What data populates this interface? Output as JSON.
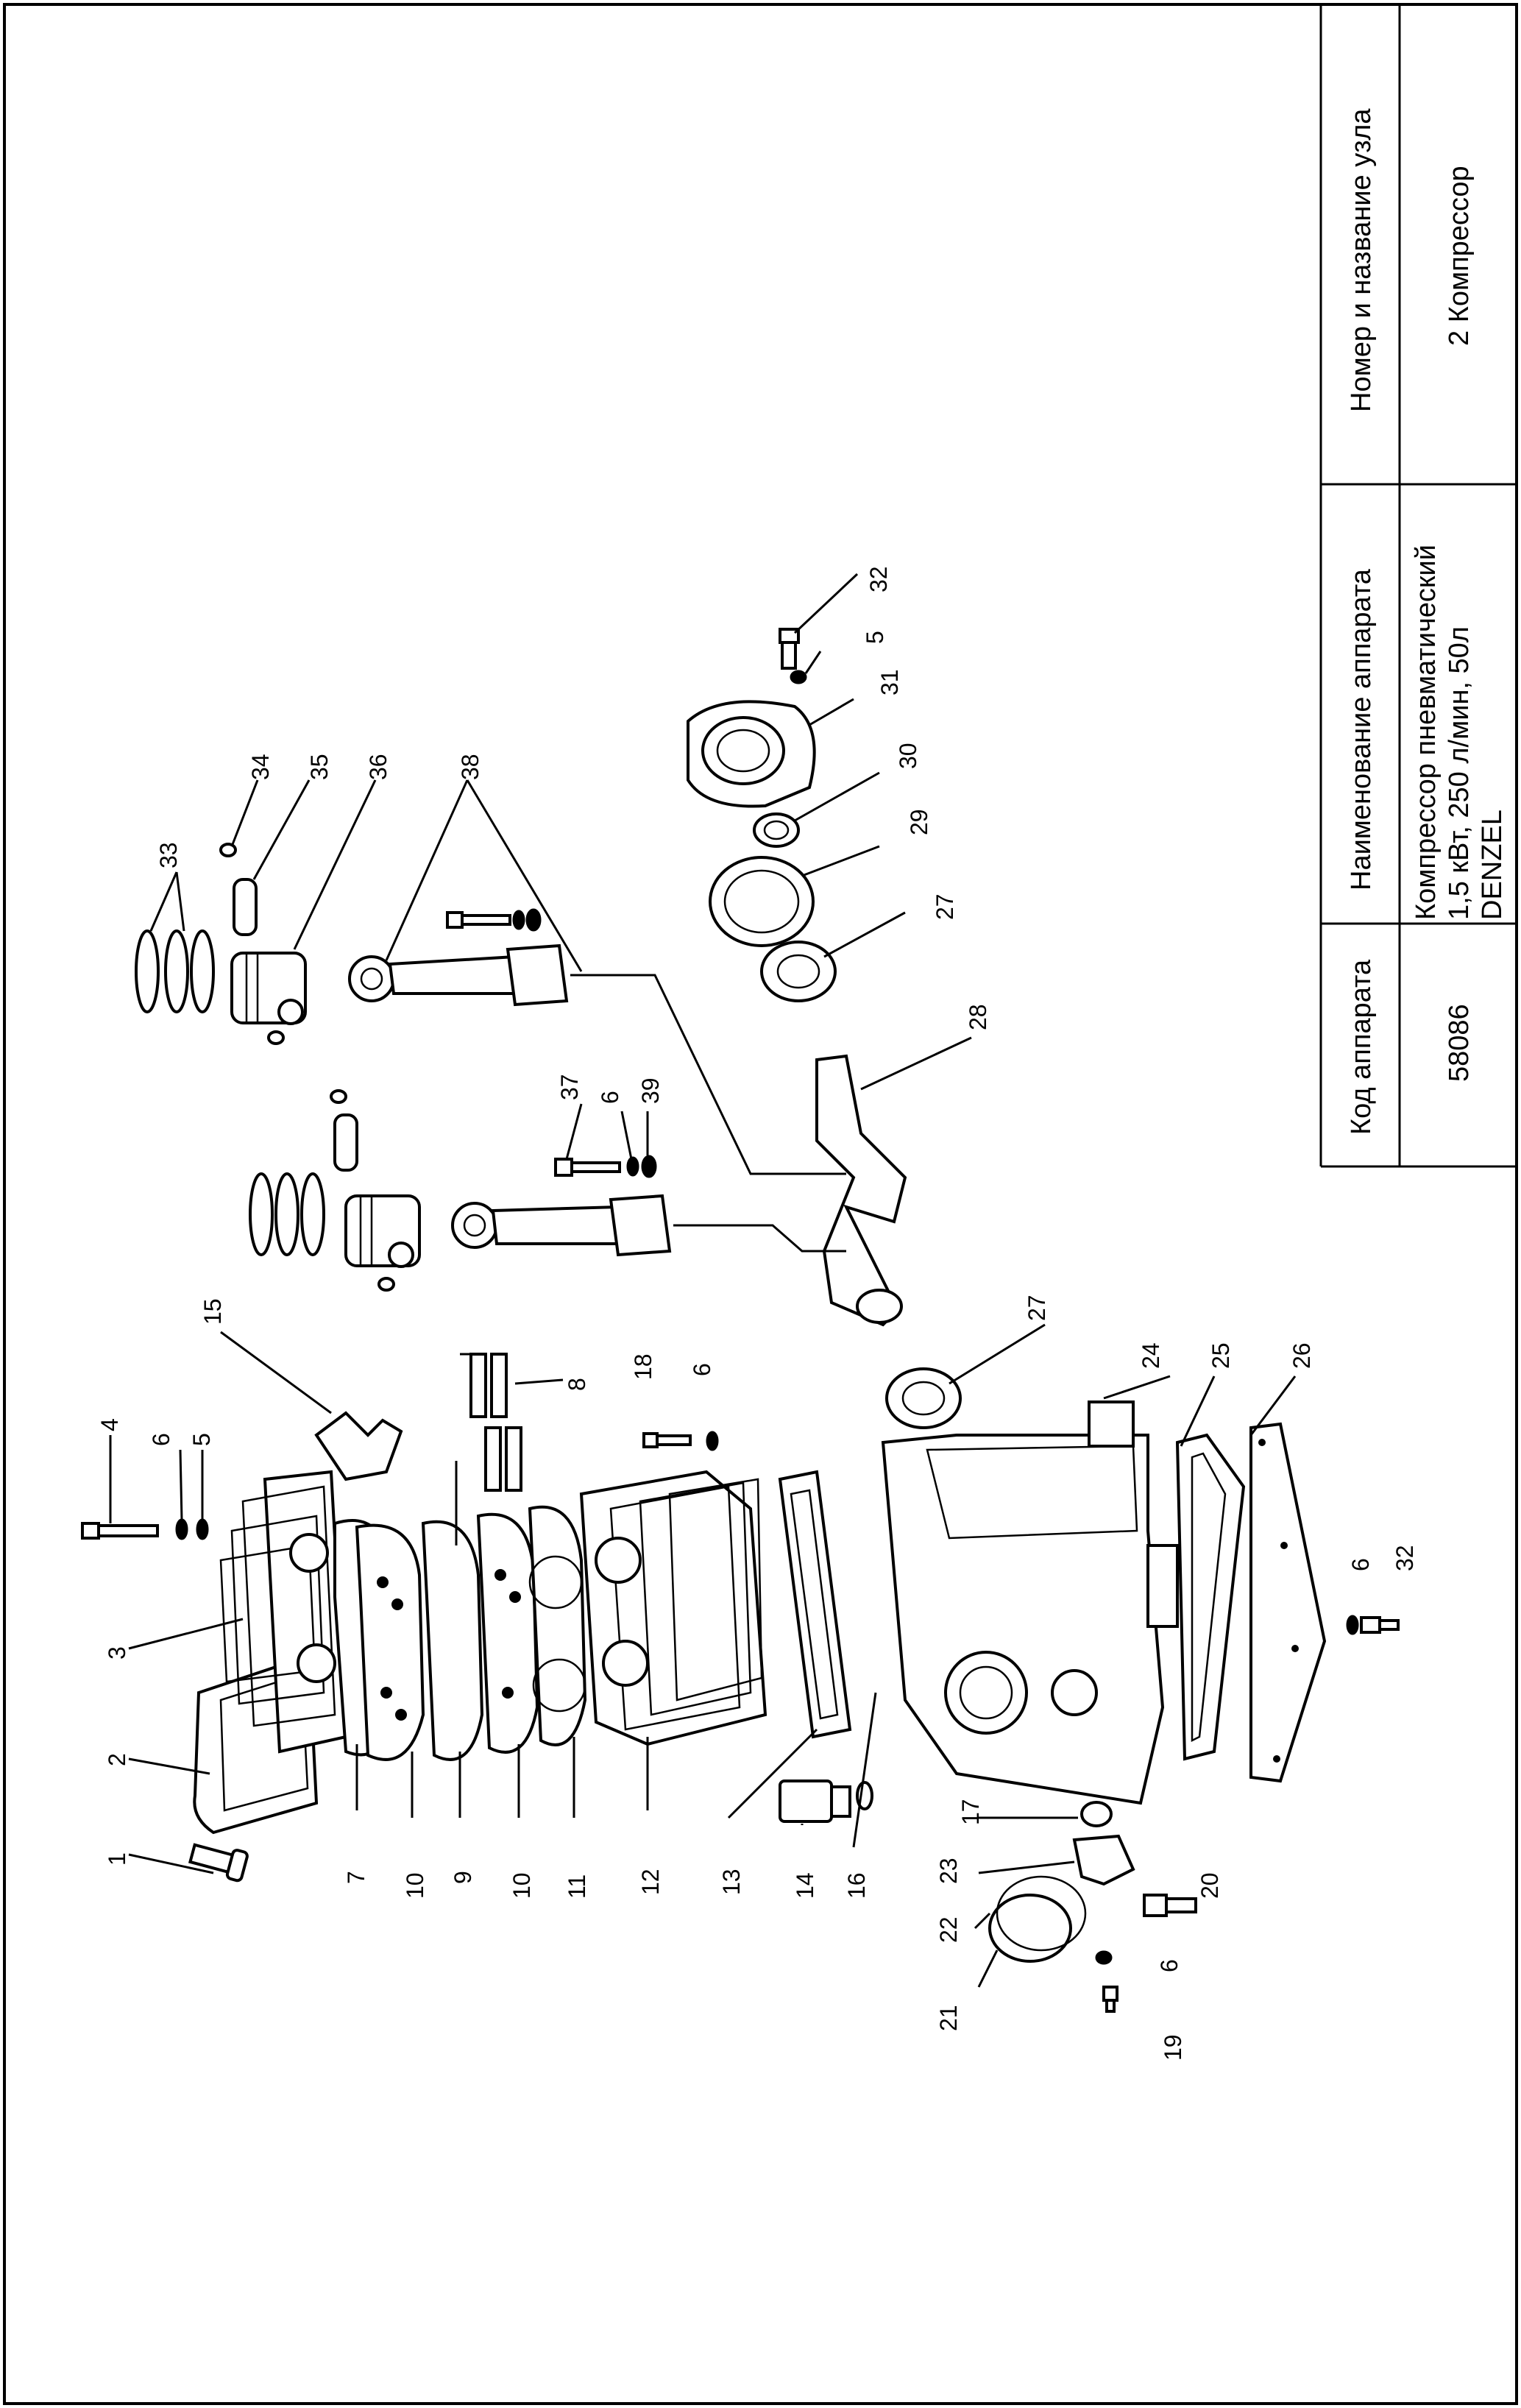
{
  "title_block": {
    "col_code_header": "Код аппарата",
    "col_name_header": "Наименование аппарата",
    "col_unit_header": "Номер и название узла",
    "code_value": "58086",
    "name_line1": "Компрессор пневматический",
    "name_line2": "1,5 кВт, 250 л/мин, 50л",
    "name_line3": "DENZEL",
    "unit_value": "2 Компрессор"
  },
  "callouts": [
    "1",
    "2",
    "3",
    "4",
    "5",
    "6",
    "7",
    "8",
    "9",
    "10",
    "10",
    "11",
    "12",
    "13",
    "14",
    "15",
    "16",
    "17",
    "18",
    "6",
    "19",
    "20",
    "21",
    "22",
    "23",
    "6",
    "24",
    "25",
    "26",
    "6",
    "32",
    "27",
    "28",
    "27",
    "29",
    "30",
    "31",
    "5",
    "32",
    "33",
    "34",
    "35",
    "36",
    "37",
    "6",
    "39",
    "38"
  ]
}
